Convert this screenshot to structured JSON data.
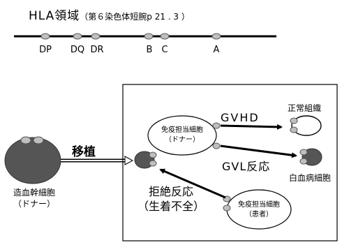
{
  "hla": {
    "title_main": "HLA領域",
    "title_sub": "（第６染色体短腕p 21 . 3 ）",
    "genes": [
      "DP",
      "DQ",
      "DR",
      "B",
      "C",
      "A"
    ]
  },
  "diagram": {
    "transplant_label": "移植",
    "stem_cell_label": [
      "造血幹細胞",
      "（ドナー）"
    ],
    "donor_immune_label": [
      "免疫担当細胞",
      "（ドナー）"
    ],
    "patient_immune_label": [
      "免疫担当細胞",
      "（患者）"
    ],
    "gvhd_label": "GVHD",
    "normal_tissue_label": "正常組織",
    "gvl_label": "GVL反応",
    "leukemia_label": "白血病細胞",
    "rejection_label": [
      "拒絶反応",
      "（生着不全）"
    ]
  },
  "colors": {
    "cell_dark": "#555555",
    "cell_light": "#bfbfbf",
    "line": "#000000"
  }
}
